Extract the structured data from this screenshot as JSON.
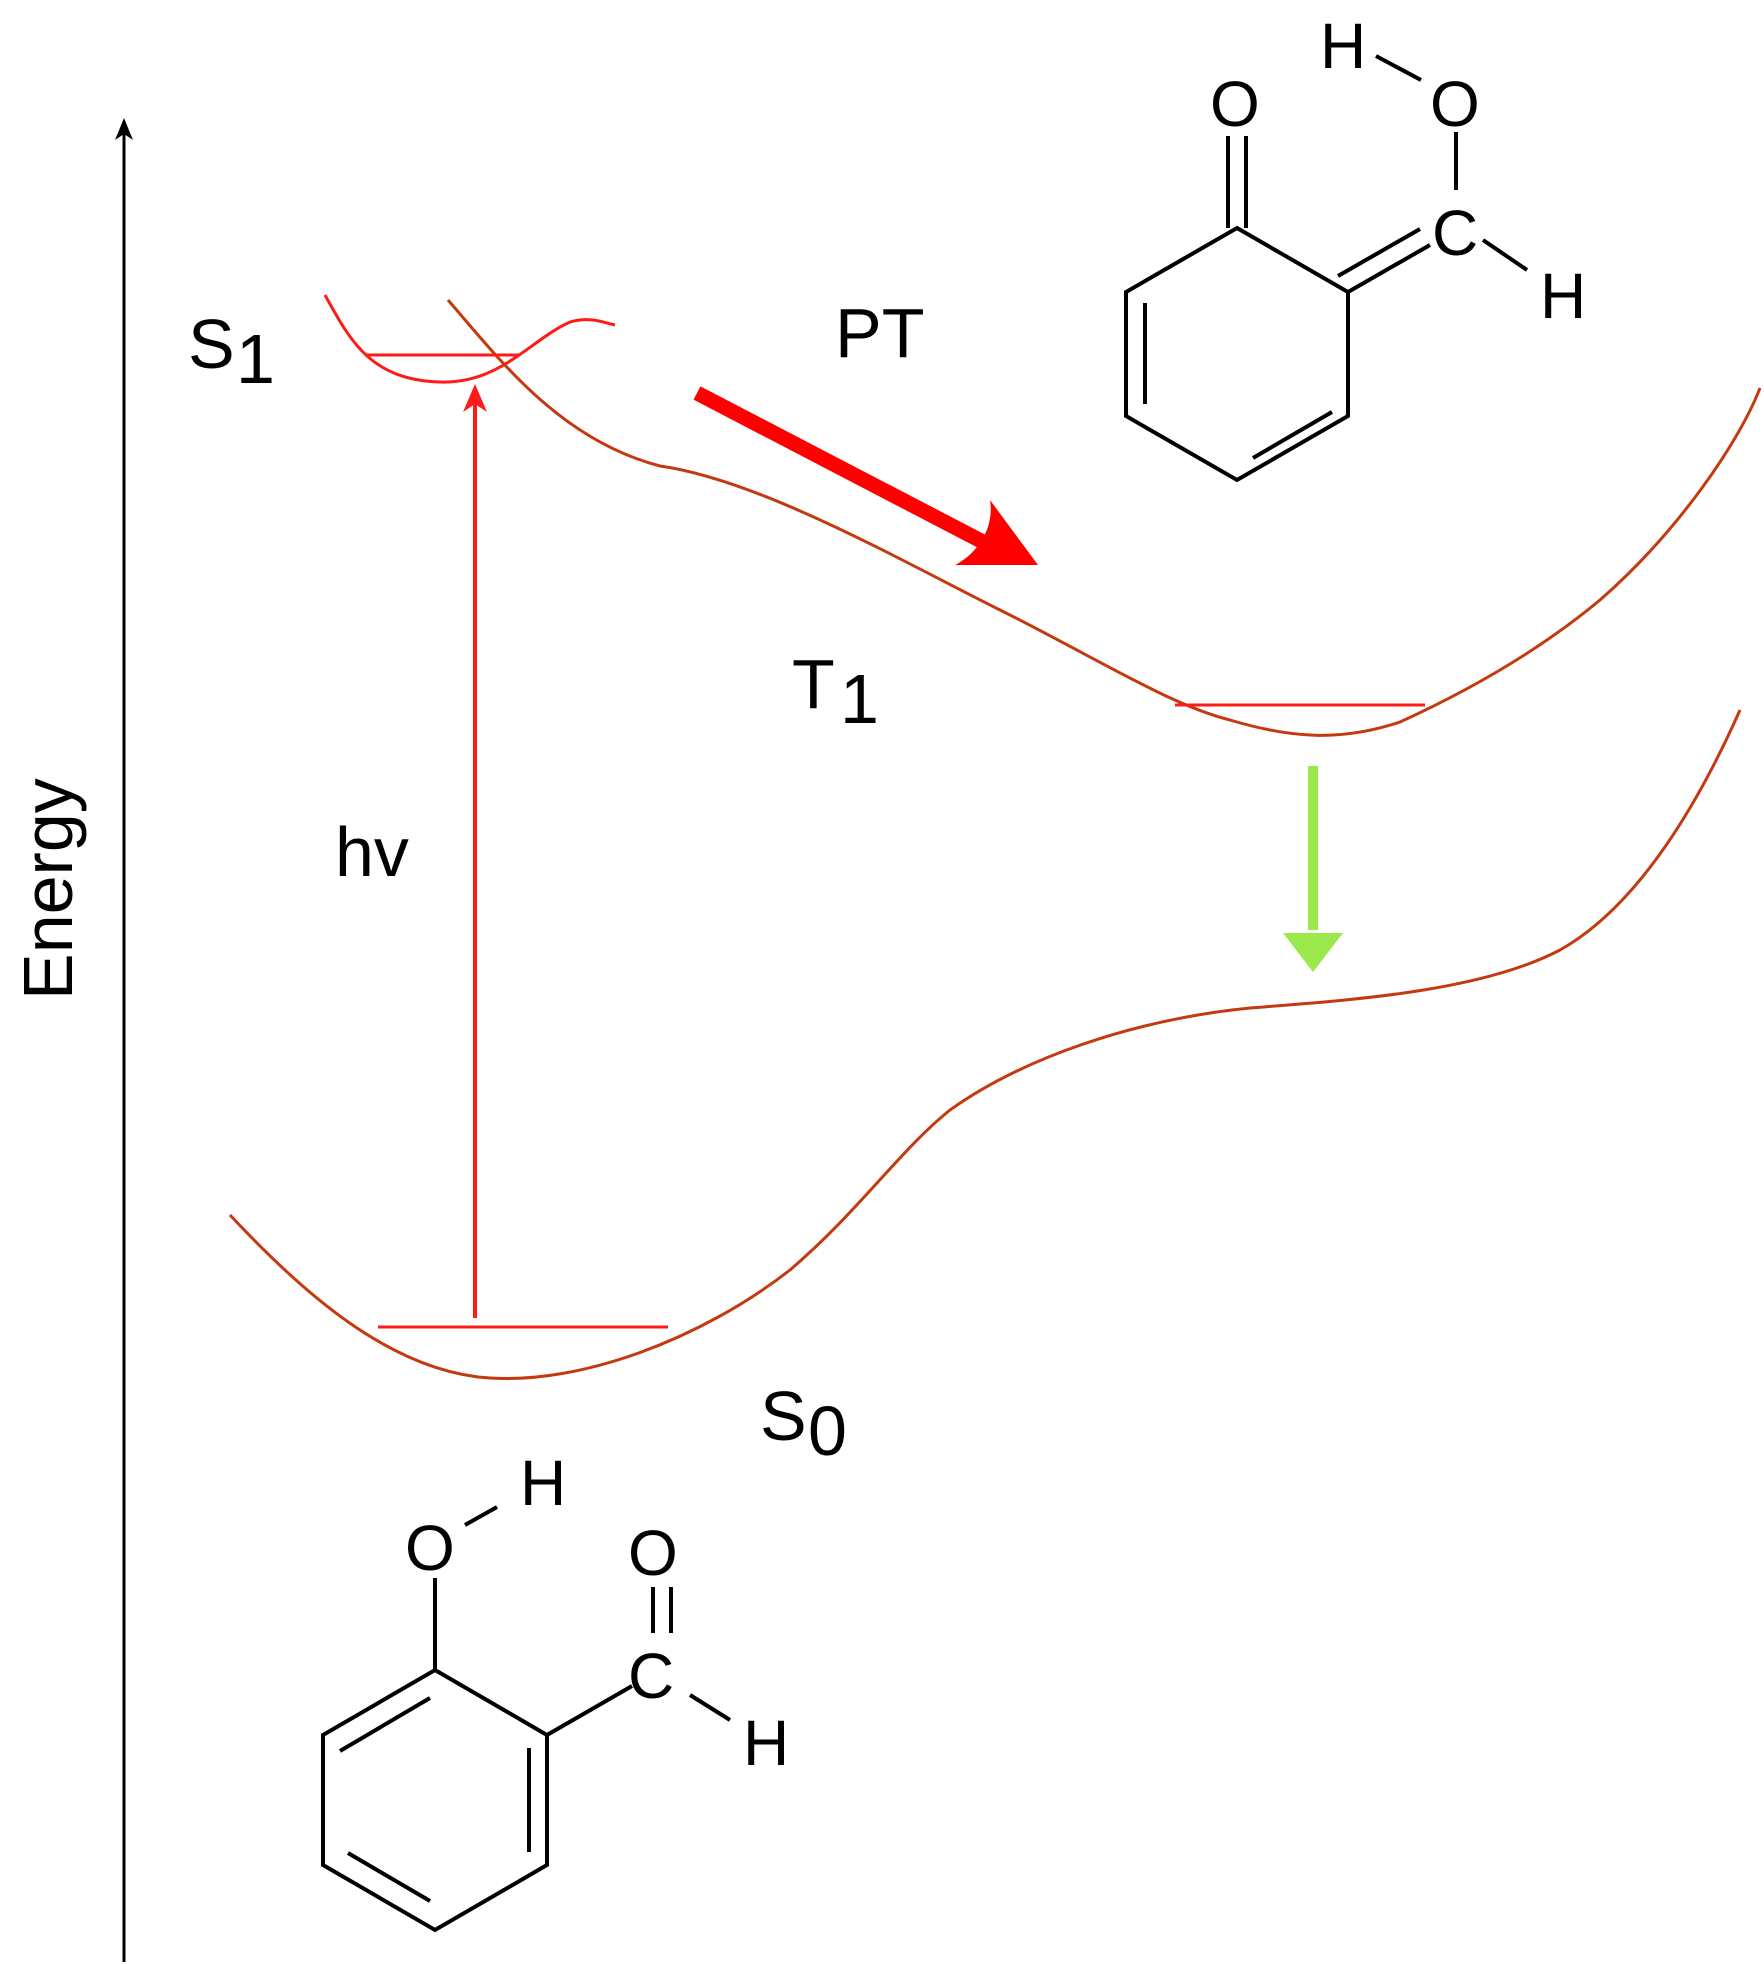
{
  "axis": {
    "label": "Energy"
  },
  "states": {
    "s1": {
      "letter": "S",
      "sub": "1"
    },
    "t1": {
      "letter": "T",
      "sub": "1"
    },
    "s0": {
      "letter": "S",
      "sub": "0"
    }
  },
  "transitions": {
    "absorption": "hv",
    "proton_transfer": "PT"
  },
  "molecules": {
    "enol": {
      "atoms": {
        "o_hydroxyl": "O",
        "h_hydroxyl": "H",
        "o_carbonyl": "O",
        "c_aldehyde": "C",
        "h_aldehyde": "H"
      }
    },
    "keto": {
      "atoms": {
        "o_carbonyl": "O",
        "h_hydroxyl": "H",
        "o_hydroxyl": "O",
        "c_exo": "C",
        "h_exo": "H"
      }
    }
  },
  "colors": {
    "curve": "#c43a10",
    "level_line": "#ff1a1a",
    "absorption_arrow": "#ff1a1a",
    "pt_arrow": "#ff0000",
    "decay_arrow": "#9be84a",
    "structure": "#000000"
  }
}
